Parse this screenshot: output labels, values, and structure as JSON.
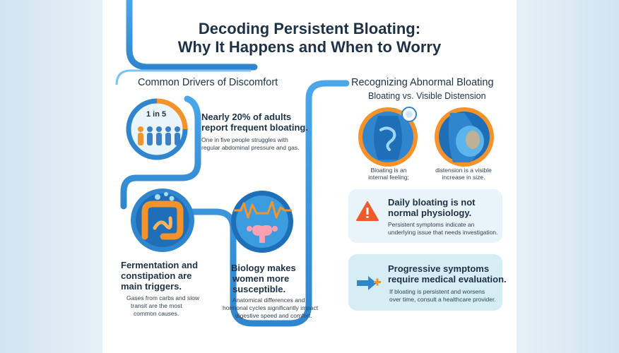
{
  "title": {
    "line1": "Decoding Persistent Bloating:",
    "line2": "Why It Happens and When to Worry"
  },
  "left": {
    "section_heading": "Common Drivers of Discomfort",
    "stat": {
      "badge": "1 in 5",
      "heading_line1": "Nearly 20% of adults",
      "heading_line2": "report frequent bloating.",
      "body_line1": "One in five people struggles with",
      "body_line2": "regular abdominal pressure and gas."
    },
    "fermentation": {
      "heading_line1": "Fermentation and",
      "heading_line2": "constipation are",
      "heading_line3": "main triggers.",
      "body_line1": "Gases from carbs and slow",
      "body_line2": "transit are the most",
      "body_line3": "common causes."
    },
    "biology": {
      "heading_line1": "Biology makes",
      "heading_line2": "women more",
      "heading_line3": "susceptible.",
      "body_line1": "Anatomical differences and",
      "body_line2": "hormonal cycles significantly impact",
      "body_line3": "digestive speed and comfort."
    }
  },
  "right": {
    "section_heading": "Recognizing Abnormal Bloating",
    "subheading": "Bloating vs. Visible Distension",
    "caption_left_line1": "Bloating is an",
    "caption_left_line2": "internal feeling;",
    "caption_right_line1": "distension is a visible",
    "caption_right_line2": "increase in size.",
    "daily": {
      "heading_line1": "Daily bloating is not",
      "heading_line2": "normal physiology.",
      "body_line1": "Persistent symptoms indicate an",
      "body_line2": "underlying issue that needs investigation."
    },
    "progressive": {
      "heading_line1": "Progressive symptoms",
      "heading_line2": "require medical evaluation.",
      "body_line1": "If bloating is persistent and worsens",
      "body_line2": "over time, consult a healthcare provider."
    }
  },
  "colors": {
    "flow_blue": "#3b9de0",
    "navy_text": "#1e3247",
    "orange": "#f5922a",
    "warning": "#ef5a2a",
    "card_light": "#e9f3fa",
    "card_teal": "#d5eef5"
  },
  "icons": [
    "people-icon",
    "intestine-icon",
    "uterus-icon",
    "stomach-icon",
    "abdomen-icon",
    "warning-icon",
    "arrow-plus-icon"
  ]
}
